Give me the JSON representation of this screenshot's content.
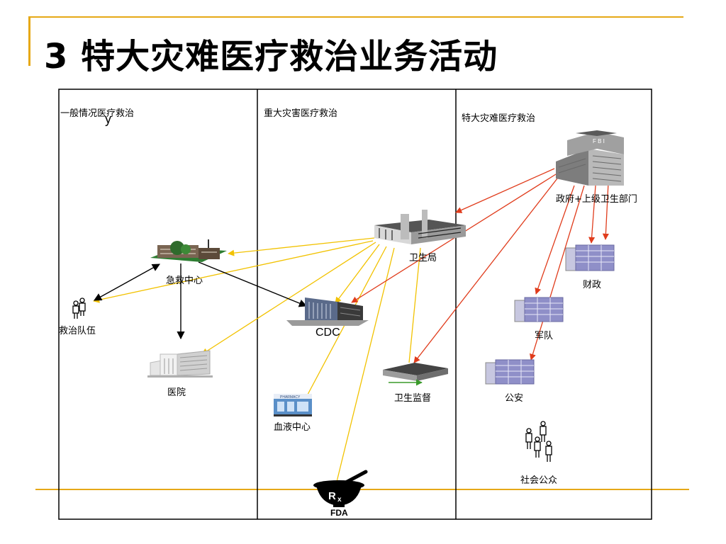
{
  "slide": {
    "title": "3  特大灾难医疗救治业务活动"
  },
  "columns": [
    {
      "heading": "一般情况医疗救治",
      "stray_char": "y"
    },
    {
      "heading": "重大灾害医疗救治"
    },
    {
      "heading": "特大灾难医疗救治"
    }
  ],
  "nodes": {
    "ems_center": {
      "label": "急救中心",
      "icon": "emergency-center-building-icon"
    },
    "rescue_team": {
      "label": "救治队伍",
      "icon": "people-icon"
    },
    "hospital": {
      "label": "医院",
      "icon": "hospital-building-icon"
    },
    "health_bureau": {
      "label": "卫生局",
      "icon": "office-building-icon"
    },
    "cdc": {
      "label": "CDC",
      "icon": "lab-building-icon"
    },
    "blood_center": {
      "label": "血液中心",
      "icon": "pharmacy-icon"
    },
    "fda": {
      "label": "FDA",
      "icon": "rx-mortar-icon"
    },
    "health_supervision": {
      "label": "卫生监督",
      "icon": "warehouse-icon"
    },
    "government": {
      "label": "政府+上级卫生部门",
      "icon": "fbi-tower-icon"
    },
    "finance": {
      "label": "财政",
      "icon": "office-block-icon"
    },
    "military": {
      "label": "军队",
      "icon": "office-block-icon"
    },
    "police": {
      "label": "公安",
      "icon": "office-block-icon"
    },
    "public": {
      "label": "社会公众",
      "icon": "crowd-icon"
    }
  },
  "colors": {
    "accent_rule": "#e6a817",
    "arrow_black": "#000000",
    "arrow_yellow": "#f2c200",
    "arrow_red": "#e03c1c"
  }
}
